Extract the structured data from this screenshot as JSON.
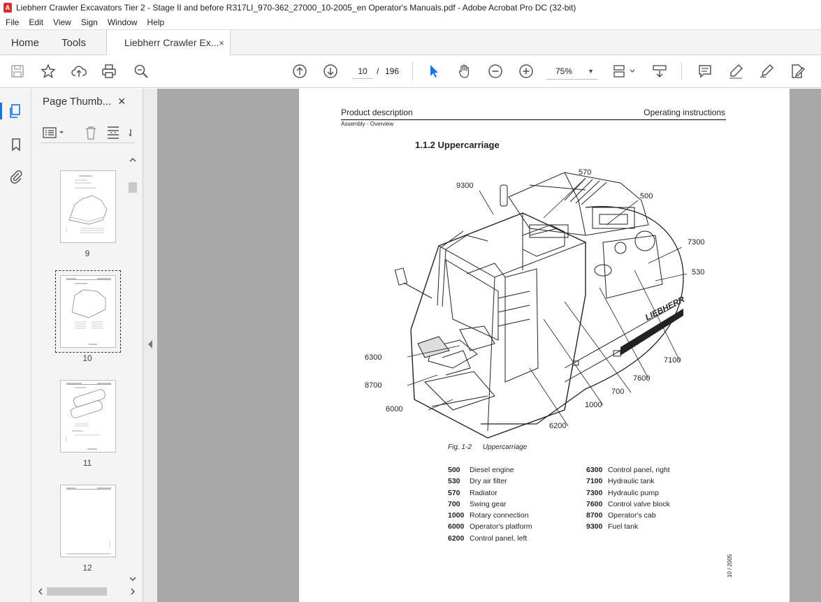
{
  "window": {
    "title": "Liebherr Crawler Excavators Tier 2 - Stage II and before  R317LI_970-362_27000_10-2005_en Operator's Manuals.pdf - Adobe Acrobat Pro DC (32-bit)"
  },
  "menu": [
    "File",
    "Edit",
    "View",
    "Sign",
    "Window",
    "Help"
  ],
  "tabs": {
    "home": "Home",
    "tools": "Tools",
    "doc": "Liebherr Crawler Ex...",
    "close": "×"
  },
  "toolbar": {
    "page_current": "10",
    "page_sep": "/",
    "page_total": "196",
    "zoom": "75%"
  },
  "sidebar": {
    "panel_title": "Page Thumb...",
    "close": "×",
    "thumbnails": [
      {
        "label": "9"
      },
      {
        "label": "10"
      },
      {
        "label": "11"
      },
      {
        "label": "12"
      }
    ]
  },
  "document": {
    "header_left": "Product description",
    "header_right": "Operating instructions",
    "header_sub": "Assembly - Overview",
    "section_title": "1.1.2    Uppercarriage",
    "figure_number": "Fig. 1-2",
    "figure_title": "Uppercarriage",
    "callouts": [
      "9300",
      "570",
      "500",
      "7300",
      "530",
      "7100",
      "7600",
      "700",
      "1000",
      "6200",
      "6300",
      "8700",
      "6000"
    ],
    "legend_left": [
      {
        "code": "500",
        "label": "Diesel engine"
      },
      {
        "code": "530",
        "label": "Dry air filter"
      },
      {
        "code": "570",
        "label": "Radiator"
      },
      {
        "code": "700",
        "label": "Swing gear"
      },
      {
        "code": "1000",
        "label": "Rotary connection"
      },
      {
        "code": "6000",
        "label": "Operator's platform"
      },
      {
        "code": "6200",
        "label": "Control panel, left"
      }
    ],
    "legend_right": [
      {
        "code": "6300",
        "label": "Control panel, right"
      },
      {
        "code": "7100",
        "label": "Hydraulic tank"
      },
      {
        "code": "7300",
        "label": "Hydraulic pump"
      },
      {
        "code": "7600",
        "label": "Control valve block"
      },
      {
        "code": "8700",
        "label": "Operator's cab"
      },
      {
        "code": "9300",
        "label": "Fuel tank"
      }
    ],
    "footer_code": "10 / 2005",
    "brand_text": "LIEBHERR"
  }
}
